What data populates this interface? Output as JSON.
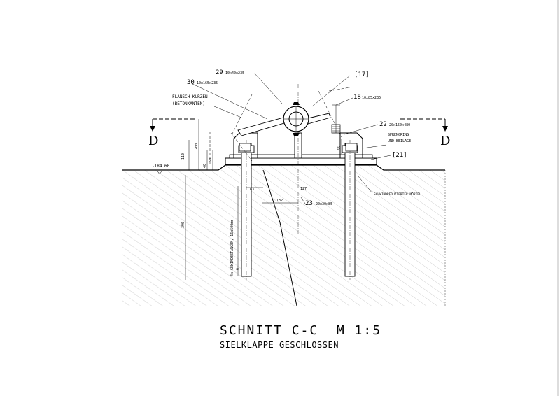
{
  "title": "SCHNITT C-C  M 1:5",
  "subtitle": "SIELKLAPPE GESCHLOSSEN",
  "section_marks": {
    "left": "D",
    "right": "D"
  },
  "annotations": {
    "p29_num": "29",
    "p29_dim": "10x40x235",
    "p30_num": "30",
    "p30_dim": "10x165x235",
    "flansch_1": "FLANSCH KÜRZEN",
    "flansch_2": "(BETONKANTEN)",
    "p17": "[17]",
    "p18_num": "18",
    "p18_dim": "10x85x235",
    "p22_num": "22",
    "p22_dim": "20x150x480",
    "sprengring_1": "SPRENGRING",
    "sprengring_2": "UND BEILAGE",
    "p21": "[21]",
    "moertel": "SCHWINDREDUZIERTER MÖRTEL",
    "p23_num": "23",
    "p23_dim": "20x30x85",
    "gewinde": "4x GEWINDESTANGEN, 16x500mm"
  },
  "dimensions": {
    "elev": "-184.60",
    "d200": "200",
    "d110": "110",
    "d50": "50",
    "d40": "40",
    "d390": "390",
    "d63": "63",
    "d132": "132",
    "d127": "127",
    "d65": "65",
    "d6": "6"
  }
}
